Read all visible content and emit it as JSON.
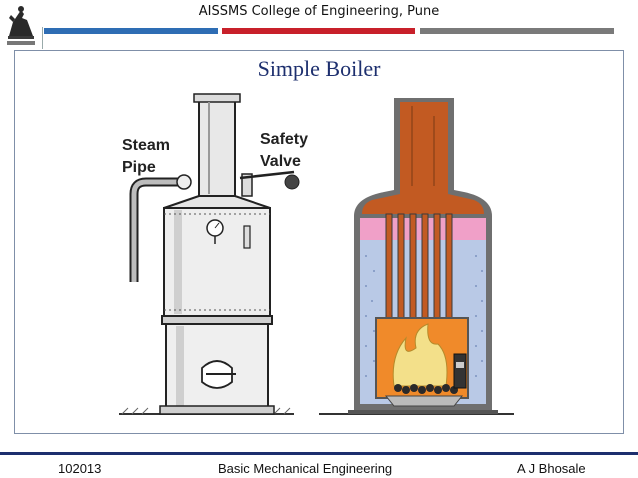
{
  "header": {
    "college_name": "AISSMS College of Engineering, Pune",
    "logo_icon": "college-emblem-icon",
    "colors": {
      "blue": "#2e6db4",
      "red": "#c8202a",
      "gray": "#7a7a7a",
      "navy": "#1d2f6e"
    }
  },
  "slide": {
    "title": "Simple Boiler",
    "labels": {
      "steam_pipe_line1": "Steam",
      "steam_pipe_line2": "Pipe",
      "safety_valve_line1": "Safety",
      "safety_valve_line2": "Valve"
    }
  },
  "footer": {
    "code": "102013",
    "subject": "Basic Mechanical Engineering",
    "author": "A J Bhosale"
  }
}
